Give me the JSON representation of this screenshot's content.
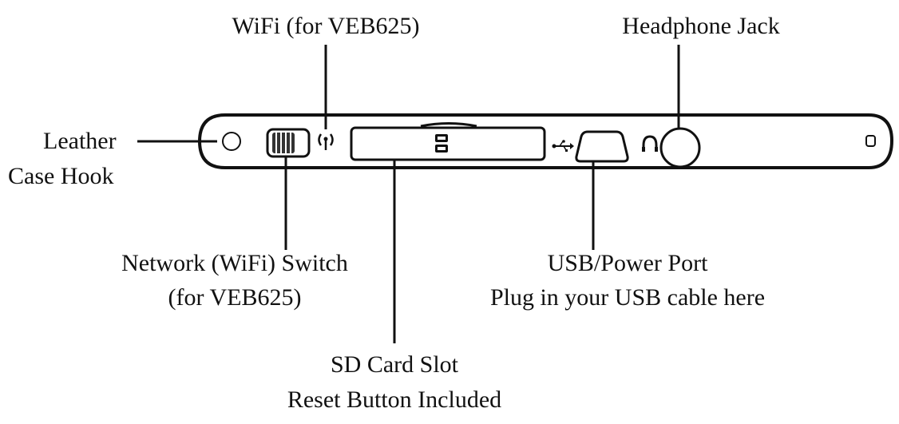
{
  "labels": {
    "wifi": "WiFi (for VEB625)",
    "headphone": "Headphone Jack",
    "leather_line1": "Leather",
    "leather_line2": "Case Hook",
    "network_line1": "Network (WiFi) Switch",
    "network_line2": "(for VEB625)",
    "usb_line1": "USB/Power Port",
    "usb_line2": "Plug in your USB cable here",
    "sd_line1": "SD Card Slot",
    "sd_line2": "Reset Button Included"
  },
  "icons": {
    "sd_logo": "sd-logo-icon",
    "usb_symbol": "usb-icon",
    "headphone_symbol": "headphone-icon",
    "wifi_symbol": "wifi-icon"
  },
  "colors": {
    "line": "#111111",
    "text": "#111111",
    "background": "#ffffff"
  }
}
